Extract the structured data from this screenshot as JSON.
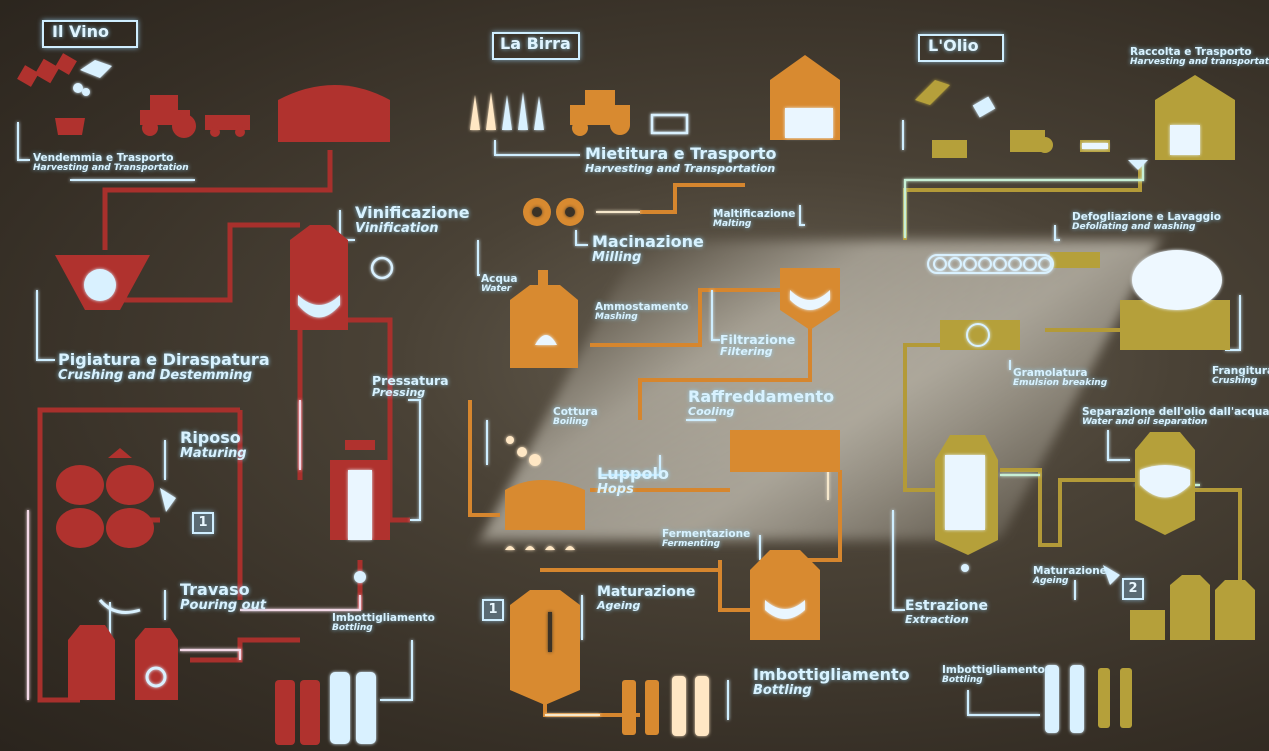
{
  "sections": {
    "wine": "Il Vino",
    "beer": "La Birra",
    "oil": "L'Olio"
  },
  "colors": {
    "wine": "#b0322e",
    "beer": "#d88a30",
    "oil": "#b8a13a",
    "glow": "#cfeeff"
  },
  "wine": {
    "harvest": {
      "title": "Vendemmia e Trasporto",
      "sub": "Harvesting and Transportation"
    },
    "vinification": {
      "title": "Vinificazione",
      "sub": "Vinification"
    },
    "crushing": {
      "title": "Pigiatura e Diraspatura",
      "sub": "Crushing and Destemming"
    },
    "pressing": {
      "title": "Pressatura",
      "sub": "Pressing"
    },
    "maturing": {
      "title": "Riposo",
      "sub": "Maturing"
    },
    "pouring": {
      "title": "Travaso",
      "sub": "Pouring out"
    },
    "bottling": {
      "title": "Imbottigliamento",
      "sub": "Bottling"
    },
    "step_badge": "1"
  },
  "beer": {
    "harvest": {
      "title": "Mietitura e Trasporto",
      "sub": "Harvesting and Transportation"
    },
    "malting": {
      "title": "Maltificazione",
      "sub": "Malting"
    },
    "milling": {
      "title": "Macinazione",
      "sub": "Milling"
    },
    "water": {
      "title": "Acqua",
      "sub": "Water"
    },
    "mashing": {
      "title": "Ammostamento",
      "sub": "Mashing"
    },
    "filtering": {
      "title": "Filtrazione",
      "sub": "Filtering"
    },
    "boiling": {
      "title": "Cottura",
      "sub": "Boiling"
    },
    "cooling": {
      "title": "Raffreddamento",
      "sub": "Cooling"
    },
    "hops": {
      "title": "Luppolo",
      "sub": "Hops"
    },
    "fermenting": {
      "title": "Fermentazione",
      "sub": "Fermenting"
    },
    "ageing": {
      "title": "Maturazione",
      "sub": "Ageing"
    },
    "bottling": {
      "title": "Imbottigliamento",
      "sub": "Bottling"
    },
    "step_badge": "1"
  },
  "oil": {
    "harvest": {
      "title": "Raccolta e Trasporto",
      "sub": "Harvesting and transportation"
    },
    "defoliation": {
      "title": "Defogliazione e Lavaggio",
      "sub": "Defoliating and washing"
    },
    "malaxing": {
      "title": "Gramolatura",
      "sub": "Emulsion breaking"
    },
    "crushing": {
      "title": "Frangitura",
      "sub": "Crushing"
    },
    "separation": {
      "title": "Separazione dell'olio dall'acqua",
      "sub": "Water and oil separation"
    },
    "ageing": {
      "title": "Maturazione",
      "sub": "Ageing"
    },
    "extraction": {
      "title": "Estrazione",
      "sub": "Extraction"
    },
    "bottling": {
      "title": "Imbottigliamento",
      "sub": "Bottling"
    },
    "step_badge": "2"
  }
}
